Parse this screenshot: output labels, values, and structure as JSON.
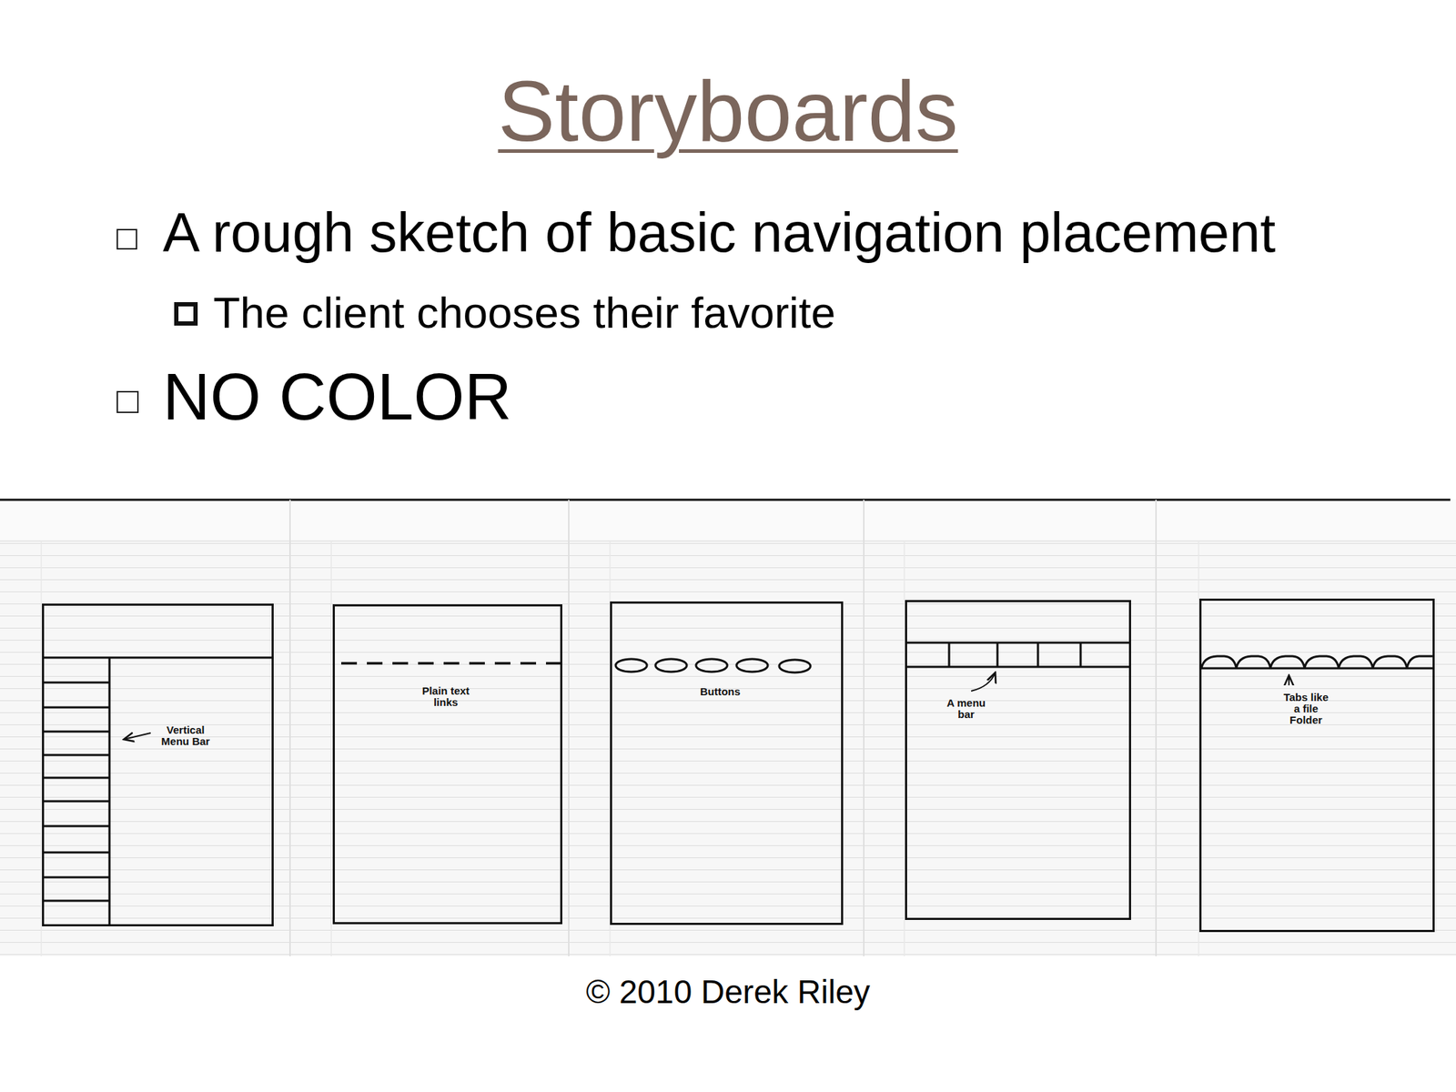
{
  "diagram": {
    "title": "Storyboards",
    "caption": "© 2010 Derek Riley",
    "nodes": [
      {
        "text": [
          "Vertical Menu Bar"
        ]
      },
      {
        "text": [
          "Plain text links"
        ]
      },
      {
        "text": [
          "Buttons"
        ]
      },
      {
        "text": [
          "A menu bar"
        ]
      },
      {
        "text": [
          "Tabs like a file Folder"
        ]
      }
    ],
    "labels": [
      "A rough sketch of basic navigation placement",
      "The client chooses their favorite",
      "NO COLOR"
    ]
  }
}
